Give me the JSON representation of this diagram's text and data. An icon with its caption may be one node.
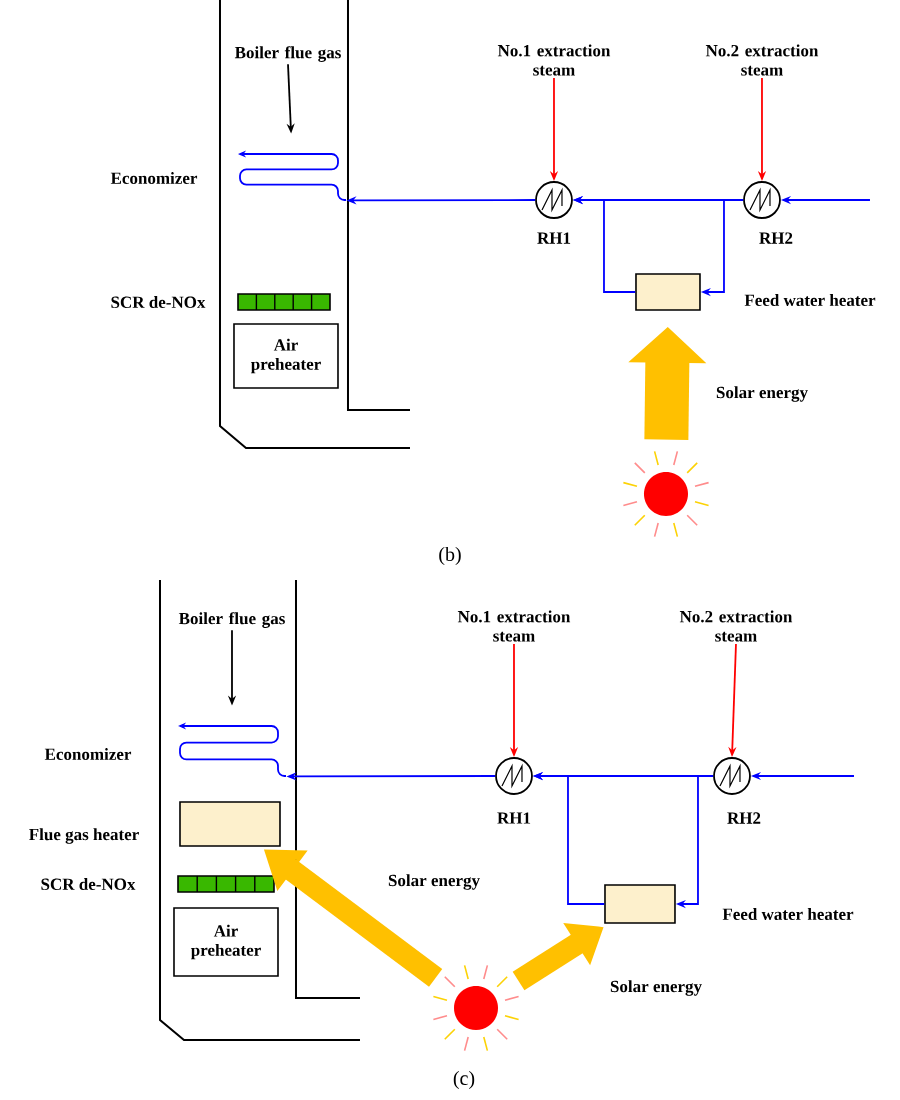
{
  "diagram": {
    "nodes": [
      {
        "text": [
          "Boiler flue gas"
        ]
      },
      {
        "text": [
          "No.1 extraction steam"
        ]
      },
      {
        "text": [
          "No.2 extraction steam"
        ]
      },
      {
        "text": [],
        "shape": "coil",
        "beside": [
          "Economizer"
        ]
      },
      {
        "text": [],
        "shape": "circle",
        "beside": [
          "RH1"
        ]
      },
      {
        "text": [],
        "shape": "circle",
        "beside": [
          "RH2"
        ]
      },
      {
        "text": [],
        "shape": "bar",
        "beside": [
          "SCR de-NOx"
        ]
      },
      {
        "text": [],
        "shape": "box",
        "beside": [
          "Feed water heater"
        ]
      },
      {
        "text": [
          "Air preheater"
        ]
      },
      {
        "text": [],
        "shape": "circle"
      },
      {
        "text": [
          "Boiler flue gas"
        ]
      },
      {
        "text": [
          "No.1 extraction steam"
        ]
      },
      {
        "text": [
          "No.2 extraction steam"
        ]
      },
      {
        "text": [],
        "shape": "coil",
        "beside": [
          "Economizer"
        ]
      },
      {
        "text": [],
        "shape": "circle",
        "beside": [
          "RH1"
        ]
      },
      {
        "text": [],
        "shape": "circle",
        "beside": [
          "RH2"
        ]
      },
      {
        "text": [],
        "shape": "box",
        "beside": [
          "Flue gas heater"
        ]
      },
      {
        "text": [],
        "shape": "bar",
        "beside": [
          "SCR de-NOx"
        ]
      },
      {
        "text": [],
        "shape": "box",
        "beside": [
          "Feed water heater"
        ]
      },
      {
        "text": [
          "Air preheater"
        ]
      },
      {
        "text": [],
        "shape": "circle"
      }
    ],
    "edges": [
      {
        "from": 0,
        "to": 3,
        "arrow": "to",
        "color": "#000000"
      },
      {
        "from": 1,
        "to": 4,
        "arrow": "to",
        "color": "#ff0000"
      },
      {
        "from": 2,
        "to": 5,
        "arrow": "to",
        "color": "#ff0000"
      },
      {
        "from": null,
        "to": 5,
        "arrow": "to"
      },
      {
        "from": 5,
        "to": 4,
        "arrow": "to"
      },
      {
        "from": 4,
        "to": 3,
        "arrow": "to"
      },
      {
        "from": 5,
        "to": 7,
        "arrow": "to"
      },
      {
        "from": 7,
        "to": 4,
        "arrow": "to"
      },
      {
        "from": 9,
        "to": 7,
        "arrow": "to",
        "label": "Solar energy",
        "style": "thick",
        "color": "#ffc000"
      },
      {
        "from": 10,
        "to": 13,
        "arrow": "to",
        "color": "#000000"
      },
      {
        "from": 11,
        "to": 14,
        "arrow": "to",
        "color": "#ff0000"
      },
      {
        "from": 12,
        "to": 15,
        "arrow": "to",
        "color": "#ff0000"
      },
      {
        "from": null,
        "to": 15,
        "arrow": "to"
      },
      {
        "from": 15,
        "to": 14,
        "arrow": "to"
      },
      {
        "from": 14,
        "to": 13,
        "arrow": "to"
      },
      {
        "from": 15,
        "to": 18,
        "arrow": "to"
      },
      {
        "from": 18,
        "to": 14,
        "arrow": "to"
      },
      {
        "from": 20,
        "to": 16,
        "arrow": "to",
        "label": "Solar energy",
        "style": "thick",
        "color": "#ffc000"
      },
      {
        "from": 20,
        "to": 18,
        "arrow": "to",
        "label": "Solar energy",
        "style": "thick",
        "color": "#ffc000"
      }
    ],
    "labels": [
      "(b)",
      "(c)"
    ]
  }
}
